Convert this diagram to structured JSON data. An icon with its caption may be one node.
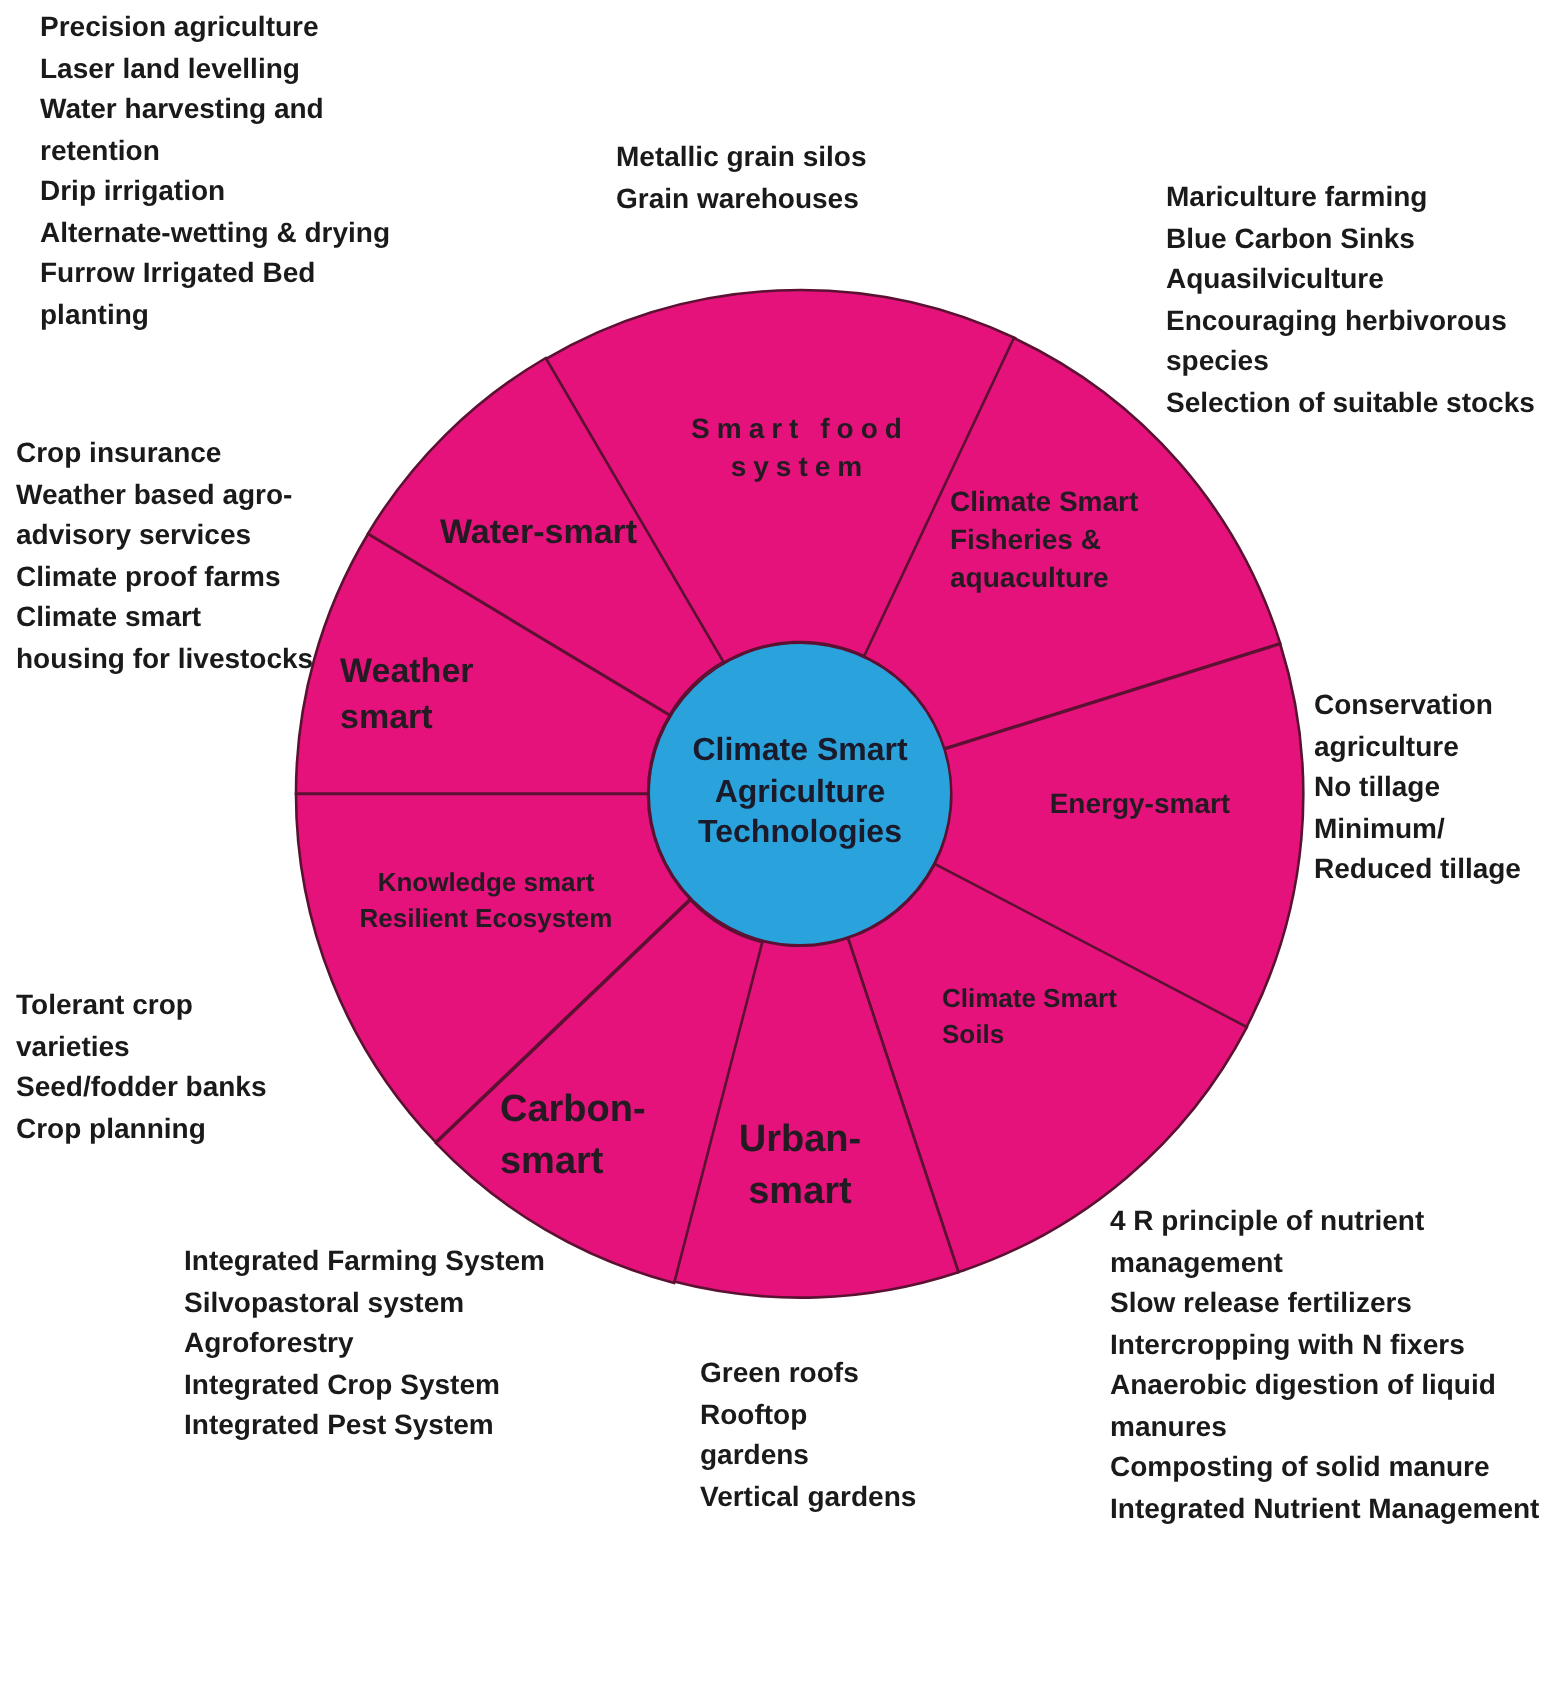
{
  "diagram": {
    "nodes": [
      {
        "text": [
          "Climate Smart Agriculture Technologies"
        ]
      },
      {
        "text": [
          "Smart food system"
        ],
        "beside": [
          "Metallic grain silos",
          "Grain warehouses"
        ]
      },
      {
        "text": [
          "Climate Smart Fisheries & aquaculture"
        ],
        "beside": [
          "Mariculture farming",
          "Blue Carbon Sinks",
          "Aquasilviculture",
          "Encouraging herbivorous species",
          "Selection of suitable stocks"
        ]
      },
      {
        "text": [
          "Energy-smart"
        ],
        "beside": [
          "Conservation agriculture",
          "No tillage",
          "Minimum/ Reduced tillage"
        ]
      },
      {
        "text": [
          "Climate Smart Soils"
        ],
        "beside": [
          "4 R principle of nutrient management",
          "Slow release fertilizers",
          "Intercropping with N fixers",
          "Anaerobic digestion of liquid manures",
          "Composting of solid manure",
          "Integrated Nutrient Management"
        ]
      },
      {
        "text": [
          "Urban-smart"
        ],
        "beside": [
          "Green roofs",
          "Rooftop gardens",
          "Vertical gardens"
        ]
      },
      {
        "text": [
          "Carbon-smart"
        ],
        "beside": [
          "Integrated Farming System",
          "Silvopastoral system",
          "Agroforestry",
          "Integrated Crop System",
          "Integrated Pest System"
        ]
      },
      {
        "text": [
          "Knowledge smart Resilient Ecosystem"
        ],
        "beside": [
          "Tolerant crop varieties",
          "Seed/fodder banks",
          "Crop planning"
        ]
      },
      {
        "text": [
          "Weather smart"
        ],
        "beside": [
          "Crop insurance",
          "Weather based agro-advisory services",
          "Climate proof farms",
          "Climate smart housing for livestocks"
        ]
      },
      {
        "text": [
          "Water-smart"
        ],
        "beside": [
          "Precision agriculture",
          "Laser land levelling",
          "Water harvesting and retention",
          "Drip irrigation",
          "Alternate-wetting & drying",
          "Furrow Irrigated Bed planting"
        ]
      }
    ]
  }
}
